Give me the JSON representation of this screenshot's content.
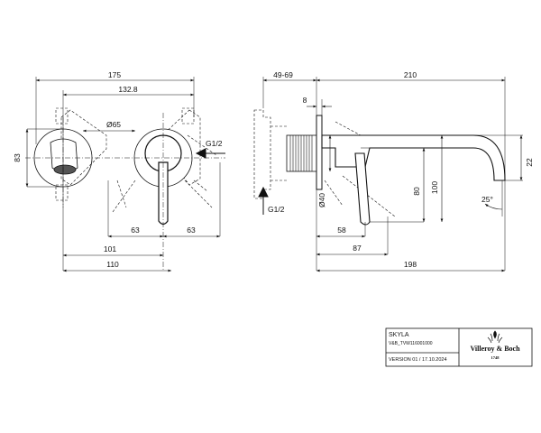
{
  "front_view": {
    "dim_total_width": "175",
    "dim_center_distance": "132.8",
    "dim_rosette_diameter": "Ø65",
    "dim_height": "83",
    "dim_left_offset": "63",
    "dim_right_offset": "63",
    "dim_101": "101",
    "dim_110": "110",
    "thread_label": "G1/2"
  },
  "side_view": {
    "dim_installation_depth": "49-69",
    "dim_spout_length": "210",
    "dim_8": "8",
    "dim_40": "Ø40",
    "dim_58": "58",
    "dim_80": "80",
    "dim_100": "100",
    "dim_22": "22",
    "dim_angle": "25°",
    "dim_87": "87",
    "dim_198": "198",
    "thread_label": "G1/2"
  },
  "title_block": {
    "product_name": "SKYLA",
    "article_number": "V&B_TVW116001000",
    "version": "VERSION 01 / 17.10.2024",
    "brand_logo_text": "Villeroy & Boch",
    "brand_year": "1748"
  }
}
